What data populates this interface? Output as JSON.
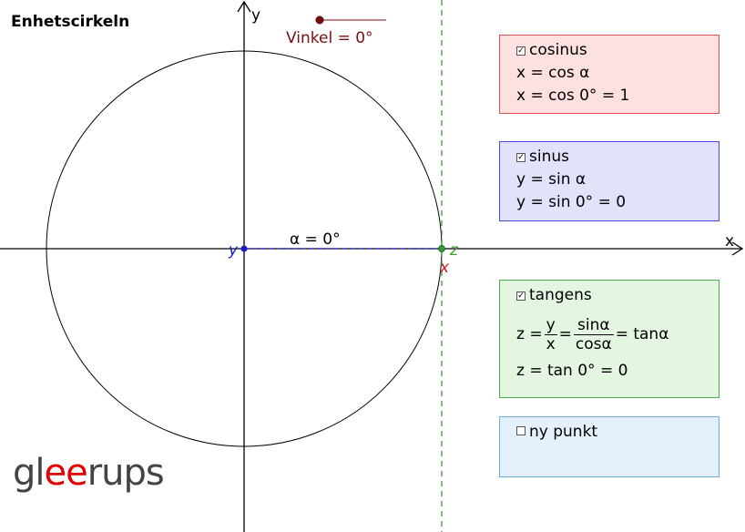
{
  "app": {
    "title": "Enhetscirkeln"
  },
  "axes": {
    "x_label": "x",
    "y_label": "y"
  },
  "slider": {
    "label": "Vinkel = 0°",
    "value_degrees": 0
  },
  "angle_label": "α = 0°",
  "points": {
    "y_label": "y",
    "z_label": "z",
    "x_label": "x"
  },
  "panels": {
    "cosinus": {
      "checked": true,
      "title": "cosinus",
      "line1": "x = cos α",
      "line2": "x = cos 0° = 1"
    },
    "sinus": {
      "checked": true,
      "title": "sinus",
      "line1": "y = sin α",
      "line2": "y = sin 0° = 0"
    },
    "tangens": {
      "checked": true,
      "title": "tangens",
      "formula": {
        "lhs": "z =",
        "frac1_num": "y",
        "frac1_den": "x",
        "eq": "=",
        "frac2_num": "sinα",
        "frac2_den": "cosα",
        "rhs": "= tanα"
      },
      "line2": "z = tan 0° = 0"
    },
    "ny_punkt": {
      "checked": false,
      "title": "ny punkt"
    }
  },
  "logo": {
    "part1": "gl",
    "part2": "ee",
    "part3": "rups"
  },
  "colors": {
    "slider": "#7a0f0f",
    "cos": "#e05050",
    "sin": "#4a4ae0",
    "tan": "#4caf4c",
    "tangent_line": "#3a9a3a"
  }
}
